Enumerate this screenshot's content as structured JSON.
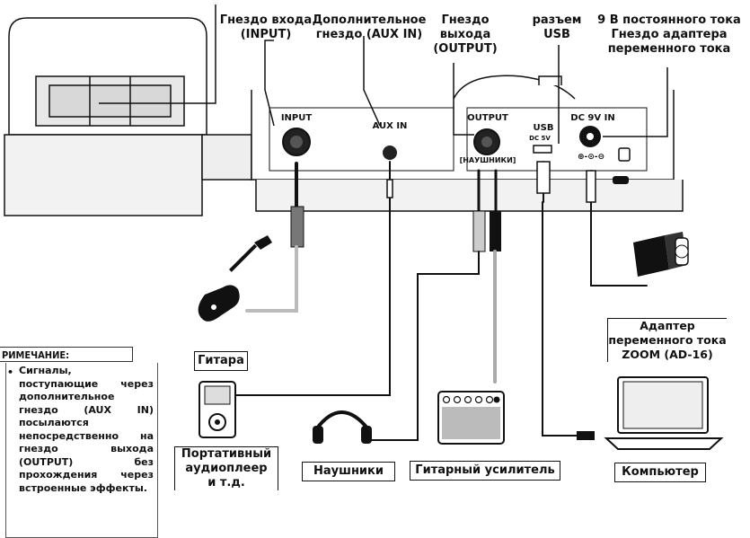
{
  "labels": {
    "input_jack": "Гнездо входа\n(INPUT)",
    "aux_jack": "Дополнительное\nгнездо (AUX IN)",
    "output_jack": "Гнездо\nвыхода\n(OUTPUT)",
    "usb_port": "разъем\nUSB",
    "dc_jack": "9 В постоянного тока\nГнездо адаптера\nпеременного тока"
  },
  "panel": {
    "input": "INPUT",
    "aux_in": "AUX IN",
    "output": "OUTPUT",
    "output_sub": "[НАУШНИКИ]",
    "usb": "USB",
    "usb_sub": "DC 5V",
    "dc": "DC 9V IN",
    "polarity": "⊕-⊙-⊖"
  },
  "devices": {
    "adapter": "Адаптер\nпеременного тока\nZOOM (AD-16)",
    "guitar": "Гитара",
    "player": "Портативный\nаудиоплеер\nи т.д.",
    "headphones": "Наушники",
    "amp": "Гитарный усилитель",
    "computer": "Компьютер"
  },
  "note": {
    "title": "РИМЕЧАНИЕ:",
    "bullet": "•",
    "text": "Сигналы, поступающие через дополнительное гнездо (AUX IN) посылаются непосредственно на гнездо выхода (OUTPUT) без прохождения через встроенные эффекты."
  },
  "icons": [
    "guitar-icon",
    "audio-player-icon",
    "headphones-icon",
    "guitar-amp-icon",
    "laptop-icon",
    "ac-adapter-icon",
    "kensington-lock-icon"
  ]
}
